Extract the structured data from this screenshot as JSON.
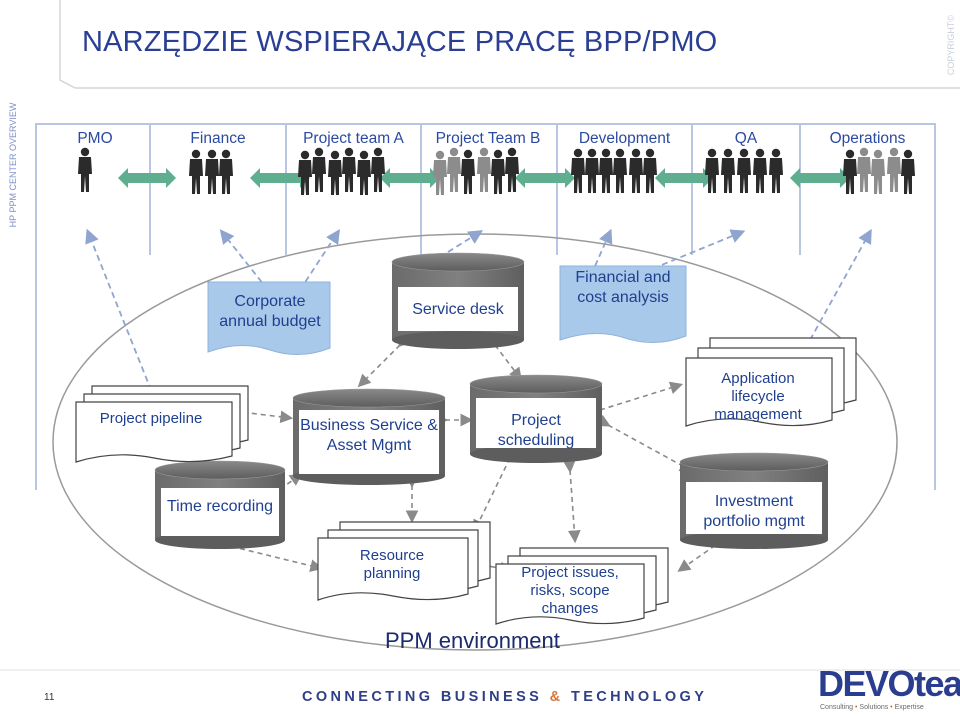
{
  "title": "NARZĘDZIE WSPIERAJĄCE PRACĘ BPP/PMO",
  "side_label": "HP PPM CENTER OVERVIEW",
  "copyright": "COPYRIGHT©",
  "departments": [
    {
      "label": "PMO"
    },
    {
      "label": "Finance"
    },
    {
      "label": "Project team A"
    },
    {
      "label": "Project Team B"
    },
    {
      "label": "Development"
    },
    {
      "label": "QA"
    },
    {
      "label": "Operations"
    }
  ],
  "nodes": {
    "corporate_budget": "Corporate annual budget",
    "service_desk": "Service desk",
    "financial_analysis": "Financial and cost analysis",
    "project_pipeline": "Project pipeline",
    "business_service": "Business Service & Asset Mgmt",
    "project_scheduling": "Project scheduling",
    "application_lifecycle": "Application lifecycle management",
    "time_recording": "Time recording",
    "investment_portfolio": "Investment portfolio mgmt",
    "resource_planning": "Resource planning",
    "project_issues": "Project issues, risks, scope changes"
  },
  "environment_label": "PPM environment",
  "footer": {
    "part1": "CONNECTING BUSINESS ",
    "amp": "&",
    "part2": " TECHNOLOGY"
  },
  "page_number": "11",
  "logo": {
    "name": "DEVOteam",
    "sub1": "Consulting ",
    "sep": "•",
    "sub2": " Solutions ",
    "sub3": " Expertise"
  },
  "colors": {
    "title": "#2a3f94",
    "cylinder": "#6e6e6e",
    "blue_box": "#a9c9ea",
    "arrow_green": "#5fae8f",
    "arrow_dashed": "#8fa4cf"
  }
}
